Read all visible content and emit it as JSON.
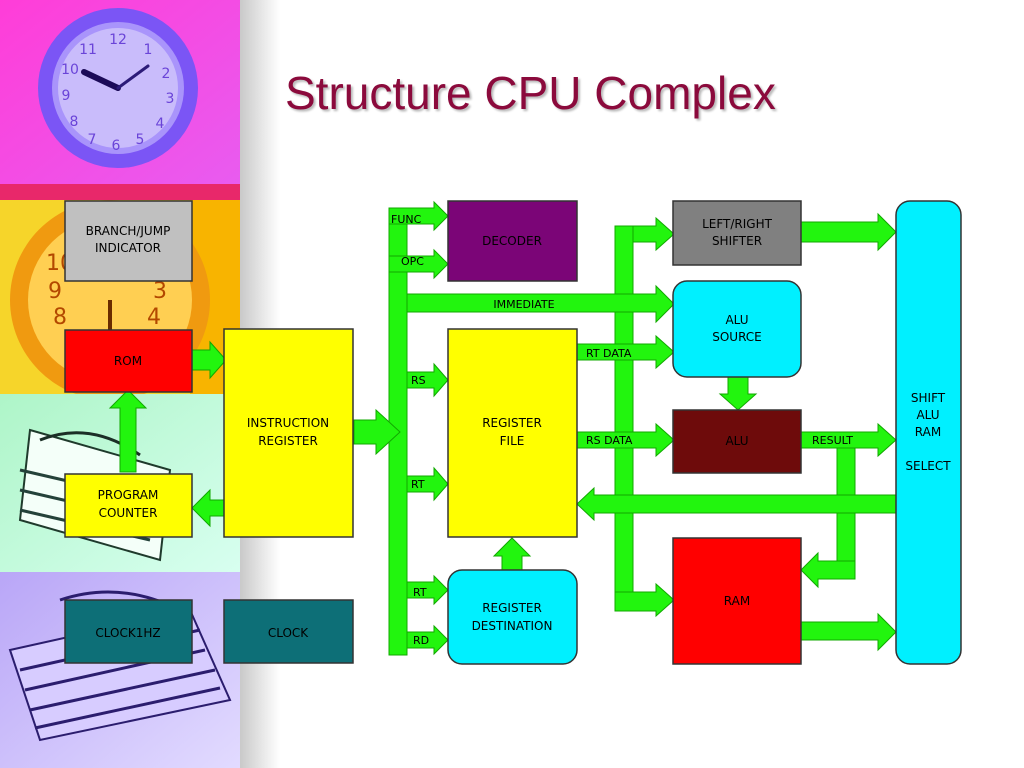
{
  "slide": {
    "title": "Structure CPU Complex"
  },
  "blocks": {
    "branch_jump_indicator": [
      "BRANCH/JUMP",
      "INDICATOR"
    ],
    "rom": [
      "ROM"
    ],
    "program_counter": [
      "PROGRAM",
      "COUNTER"
    ],
    "clock1hz": [
      "CLOCK1HZ"
    ],
    "clock": [
      "CLOCK"
    ],
    "instruction_register": [
      "INSTRUCTION",
      "REGISTER"
    ],
    "decoder": [
      "DECODER"
    ],
    "register_file": [
      "REGISTER",
      "FILE"
    ],
    "register_destination": [
      "REGISTER",
      "DESTINATION"
    ],
    "left_right_shifter": [
      "LEFT/RIGHT",
      "SHIFTER"
    ],
    "alu_source": [
      "ALU",
      "SOURCE"
    ],
    "alu": [
      "ALU"
    ],
    "ram": [
      "RAM"
    ],
    "shift_alu_ram_select": [
      "SHIFT",
      "ALU",
      "RAM",
      "",
      "SELECT"
    ]
  },
  "signals": {
    "func": "FUNC",
    "opc": "OPC",
    "immediate": "IMMEDIATE",
    "rs": "RS",
    "rt_1": "RT",
    "rt_2": "RT",
    "rd": "RD",
    "rt_data": "RT DATA",
    "rs_data": "RS DATA",
    "result": "RESULT"
  },
  "colors": {
    "title": "#8b0a3c",
    "wire": "#22f50e",
    "wire_stroke": "#11a800",
    "gray_block": "#c0c0c0",
    "red_block": "#ff0000",
    "yellow_block": "#ffff00",
    "teal_block": "#0d6f77",
    "purple_block": "#7b0577",
    "maroon_block": "#6e0b0b",
    "cyan_block": "#00f0ff"
  },
  "sidebar_images": [
    "clock-photo",
    "orange-clock-photo",
    "paper-stack-photo",
    "book-stack-photo"
  ]
}
